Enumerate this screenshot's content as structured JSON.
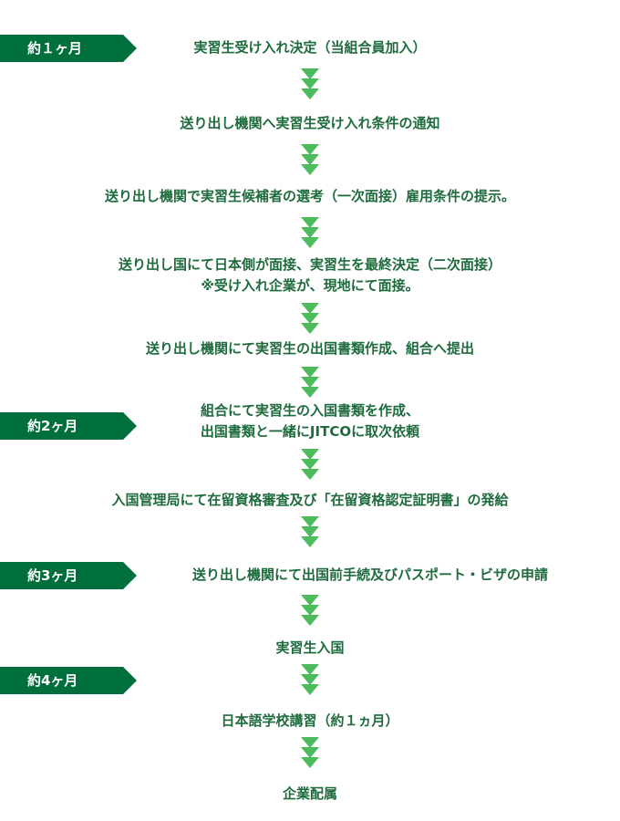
{
  "colors": {
    "label_bg": "#006f3c",
    "text": "#1e6b3d",
    "arrow": "#4cbb5c"
  },
  "periods": [
    "約１ヶ月",
    "約2ヶ月",
    "約3ヶ月",
    "約4ヶ月"
  ],
  "steps": [
    {
      "lines": [
        "実習生受け入れ決定（当組合員加入）"
      ]
    },
    {
      "lines": [
        "送り出し機関へ実習生受け入れ条件の通知"
      ]
    },
    {
      "lines": [
        "送り出し機関で実習生候補者の選考（一次面接）雇用条件の提示。"
      ]
    },
    {
      "lines": [
        "送り出し国にて日本側が面接、実習生を最終決定（二次面接）",
        "※受け入れ企業が、現地にて面接。"
      ]
    },
    {
      "lines": [
        "送り出し機関にて実習生の出国書類作成、組合へ提出"
      ]
    },
    {
      "lines": [
        "組合にて実習生の入国書類を作成、",
        "出国書類と一緒にJITCOに取次依頼"
      ]
    },
    {
      "lines": [
        "入国管理局にて在留資格審査及び「在留資格認定証明書」の発給"
      ]
    },
    {
      "lines": [
        "送り出し機関にて出国前手続及びパスポート・ビザの申請"
      ]
    },
    {
      "lines": [
        "実習生入国"
      ]
    },
    {
      "lines": [
        "日本語学校講習（約１ヵ月）"
      ]
    },
    {
      "lines": [
        "企業配属"
      ]
    }
  ]
}
